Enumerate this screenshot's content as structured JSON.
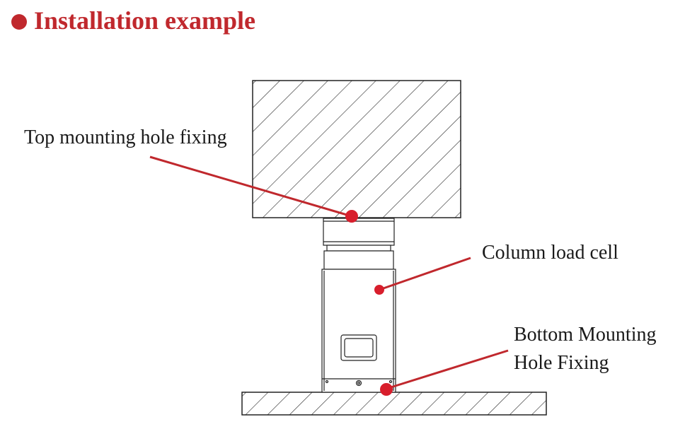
{
  "header": {
    "title": "Installation example"
  },
  "labels": {
    "top": "Top mounting hole fixing",
    "column": "Column load cell",
    "bottom_line1": "Bottom Mounting",
    "bottom_line2": "Hole Fixing"
  },
  "colors": {
    "accent": "#c0282d",
    "line": "#222222"
  }
}
